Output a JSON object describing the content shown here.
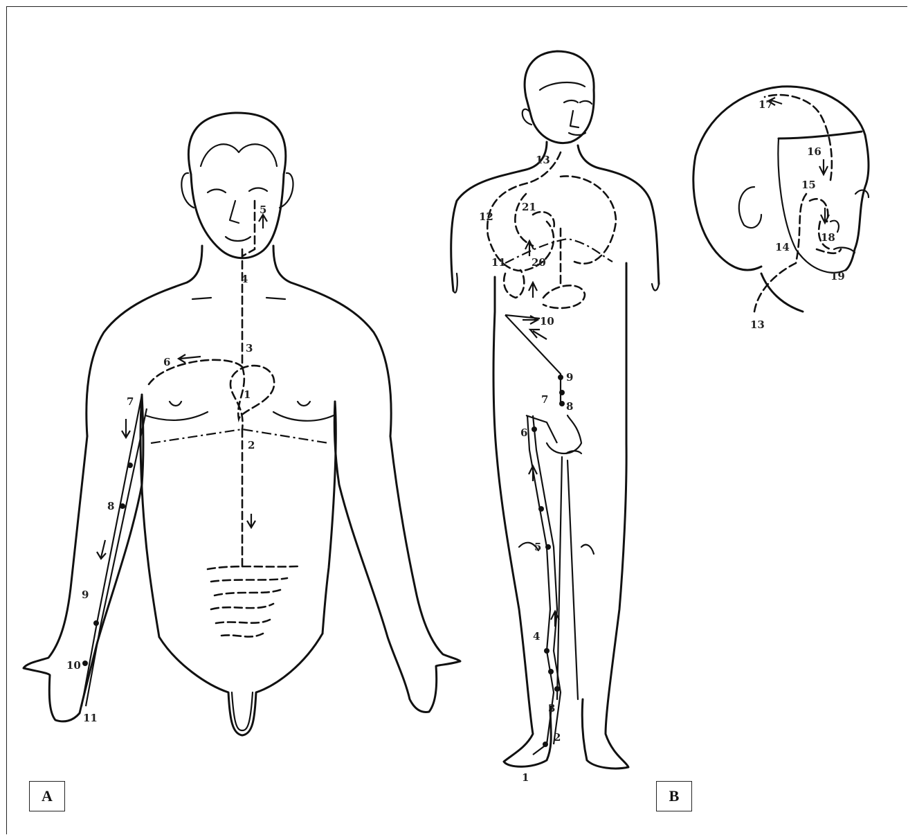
{
  "panels": [
    {
      "label": "A",
      "points": [
        "1",
        "2",
        "3",
        "4",
        "5",
        "6",
        "7",
        "8",
        "9",
        "10",
        "11"
      ]
    },
    {
      "label": "B",
      "points": [
        "1",
        "2",
        "3",
        "4",
        "5",
        "6",
        "7",
        "8",
        "9",
        "10",
        "11",
        "12",
        "13",
        "20",
        "21"
      ]
    }
  ],
  "head_inset": {
    "points": [
      "13",
      "14",
      "15",
      "16",
      "17",
      "18",
      "19"
    ]
  }
}
